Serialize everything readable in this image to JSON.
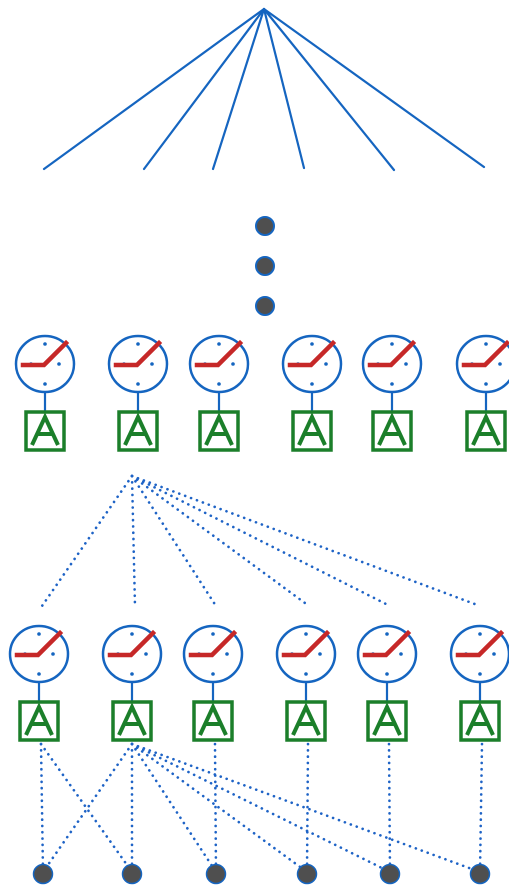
{
  "colors": {
    "background": "#ffffff",
    "line_blue": "#1565c0",
    "dot_blue": "#1e63c6",
    "node_fill": "#4f4f4f",
    "node_stroke": "#1565c0",
    "clock_stroke": "#1565c0",
    "clock_hand": "#c62828",
    "tree_green": "#1b7f2a"
  },
  "icons": {
    "hub": "hub-node-icon",
    "ellipsis": "vertical-ellipsis-icon",
    "clock": "clock-icon",
    "tree": "tree-icon",
    "leaf": "leaf-node-icon"
  },
  "diagram": {
    "top_fanout_count": 6,
    "ellipsis_dot_count": 3,
    "upper_row_count": 6,
    "lower_row_count": 6,
    "leaf_count": 6
  }
}
